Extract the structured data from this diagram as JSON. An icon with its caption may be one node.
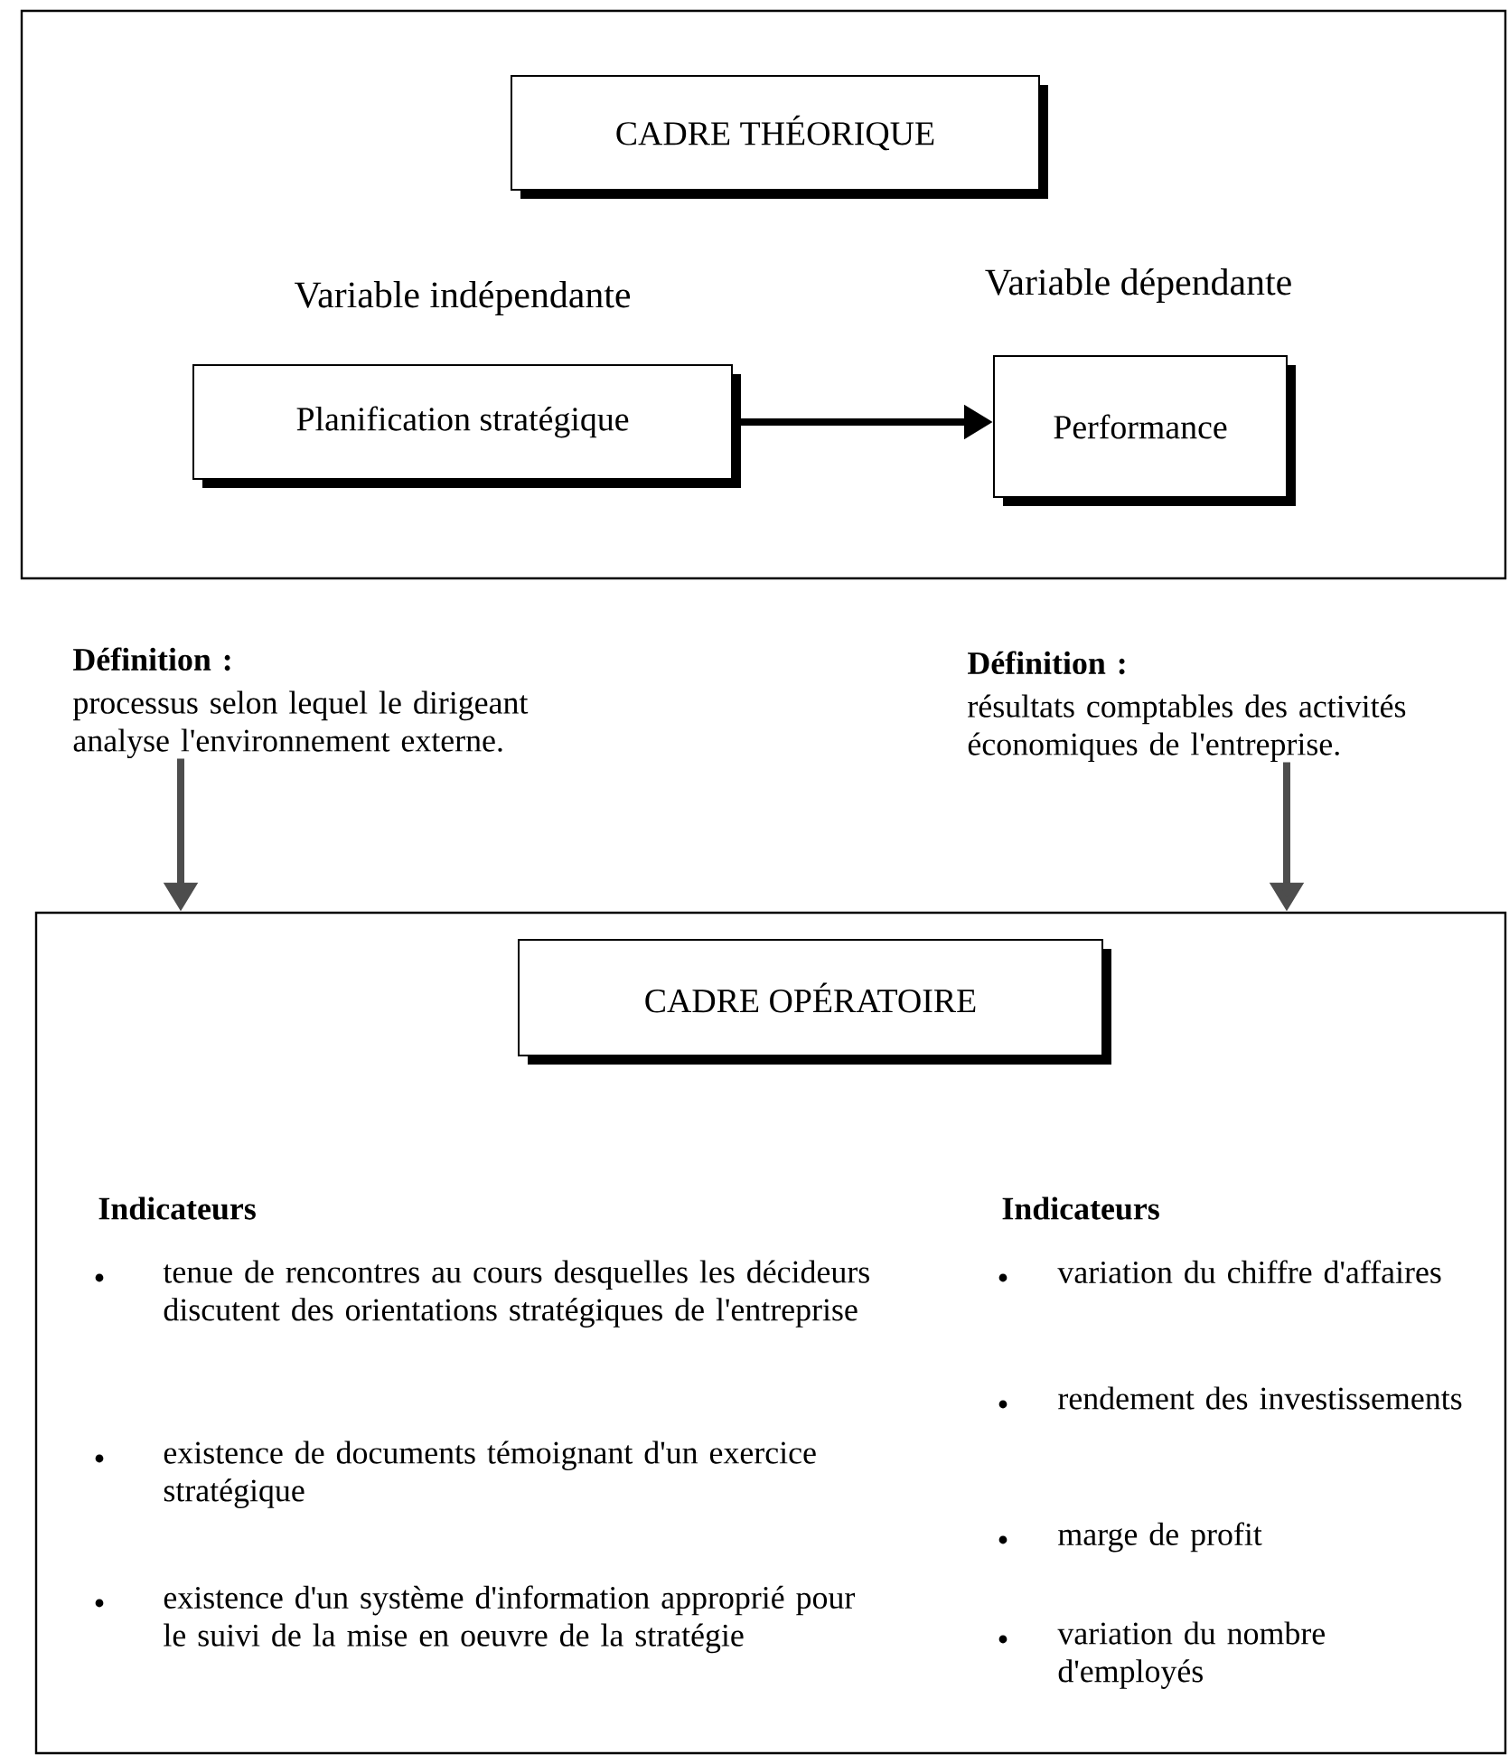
{
  "diagram": {
    "nodes": [
      {
        "text": [],
        "shape": "box"
      },
      {
        "text": [
          "CADRE THÉORIQUE"
        ],
        "in": 0
      },
      {
        "text": [
          "Planification stratégique"
        ],
        "in": 0,
        "beside": [
          "Variable indépendante"
        ]
      },
      {
        "text": [
          "Performance"
        ],
        "in": 0,
        "beside": [
          "Variable dépendante"
        ]
      },
      {
        "text": [
          "Définition :",
          "processus selon lequel le dirigeant analyse l'environnement externe."
        ]
      },
      {
        "text": [
          "Définition :",
          "résultats comptables des activités économiques de l'entreprise."
        ]
      },
      {
        "text": [],
        "shape": "box"
      },
      {
        "text": [
          "CADRE OPÉRATOIRE"
        ],
        "in": 6
      }
    ],
    "edges": [
      {
        "from": 2,
        "to": 3,
        "arrow": "to"
      },
      {
        "from": 4,
        "to": 6,
        "arrow": "to",
        "color": "#4d4d4d"
      },
      {
        "from": 5,
        "to": 6,
        "arrow": "to",
        "color": "#4d4d4d"
      }
    ],
    "labels": [
      "Indicateurs",
      "tenue de rencontres au cours desquelles les décideurs discutent des orientations stratégiques de l'entreprise",
      "existence de documents témoignant d'un exercice stratégique",
      "existence d'un système d'information approprié pour le suivi de la mise en oeuvre de la stratégie",
      "Indicateurs",
      "variation du chiffre d'affaires",
      "rendement des investissements",
      "marge de profit",
      "variation du nombre d'employés"
    ]
  }
}
